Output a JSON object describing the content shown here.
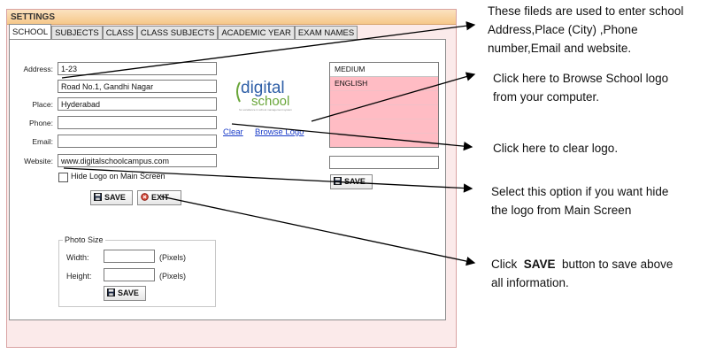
{
  "window": {
    "title": "SETTINGS"
  },
  "tabs": [
    "SCHOOL",
    "SUBJECTS",
    "CLASS",
    "CLASS SUBJECTS",
    "ACADEMIC YEAR",
    "EXAM NAMES"
  ],
  "form": {
    "address_label": "Address:",
    "address_line1": "1-23",
    "address_line2": "Road No.1, Gandhi Nagar",
    "place_label": "Place:",
    "place_value": "Hyderabad",
    "phone_label": "Phone:",
    "phone_value": "",
    "email_label": "Email:",
    "email_value": "",
    "website_label": "Website:",
    "website_value": "www.digitalschoolcampus.com",
    "hide_logo_label": "Hide Logo on Main Screen",
    "hide_logo_checked": false,
    "save_label": "SAVE",
    "exit_label": "EXIT"
  },
  "logo": {
    "word1": "digital",
    "word2": "school",
    "tagline": "for excellence in school management system"
  },
  "logo_links": {
    "clear": "Clear",
    "browse": "Browse Logo"
  },
  "medium": {
    "items": [
      "MEDIUM",
      "ENGLISH"
    ],
    "input_value": "",
    "save_label": "SAVE"
  },
  "photo_size": {
    "title": "Photo Size",
    "width_label": "Width:",
    "width_value": "",
    "height_label": "Height:",
    "height_value": "",
    "unit": "(Pixels)",
    "save_label": "SAVE"
  },
  "annotations": {
    "fields_1": "These fileds are used to enter school",
    "fields_2": "Address,Place (City)  ,Phone",
    "fields_3": "number,Email and website.",
    "browse_1": "Click here to Browse School logo",
    "browse_2": "from your computer.",
    "clear": "Click  here  to clear logo.",
    "hide_1": "Select this option if you want hide",
    "hide_2": "the logo from Main Screen",
    "save_1a": "Click",
    "save_1b": "SAVE",
    "save_1c": "button to save above",
    "save_2": "all information."
  },
  "colors": {
    "titlebar": "#f6c88a",
    "window_bg": "#fbeaea",
    "medium_selected": "#ffbcc4",
    "link": "#1a3cc8"
  }
}
